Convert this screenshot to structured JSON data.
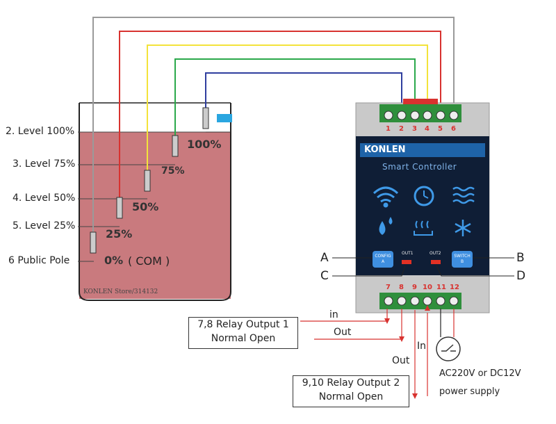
{
  "level_labels": [
    {
      "text": "2. Level 100%"
    },
    {
      "text": "3. Level 75%"
    },
    {
      "text": "4. Level 50%"
    },
    {
      "text": "5. Level 25%"
    },
    {
      "text": "6 Public Pole"
    }
  ],
  "probe_percent_labels": [
    "100%",
    "75%",
    "50%",
    "25%",
    "0%"
  ],
  "com_label": "( COM )",
  "store_watermark": "KONLEN Store/314132",
  "device": {
    "brand": "KONLEN",
    "subtitle": "Smart Controller",
    "top_terminals": [
      "1",
      "2",
      "3",
      "4",
      "5",
      "6"
    ],
    "bottom_terminals": [
      "7",
      "8",
      "9",
      "10",
      "11",
      "12"
    ],
    "config_button": "CONFIG",
    "config_sub": "A",
    "switch_button": "SWITCH",
    "switch_sub": "B",
    "out1_label": "OUT1",
    "out2_label": "OUT2",
    "icons": [
      "wifi-icon",
      "clock-icon",
      "wave-icon",
      "water-drop-icon",
      "heat-icon",
      "snowflake-icon"
    ]
  },
  "callouts": {
    "a": "A",
    "b": "B",
    "c": "C",
    "d": "D"
  },
  "relay1": {
    "line1": "7,8 Relay Output 1",
    "line2": "Normal Open"
  },
  "relay2": {
    "line1": "9,10 Relay Output 2",
    "line2": "Normal Open"
  },
  "arrow_labels": {
    "in1": "in",
    "out1": "Out",
    "in2": "In",
    "out2": "Out"
  },
  "power": {
    "line1": "AC220V or DC12V",
    "line2": "power supply"
  },
  "colors": {
    "gray": "#9a9a9a",
    "red": "#d8322f",
    "yellow": "#f3e33a",
    "green": "#2aa84a",
    "blue": "#2f3e9e",
    "water": "#c97a7e"
  }
}
